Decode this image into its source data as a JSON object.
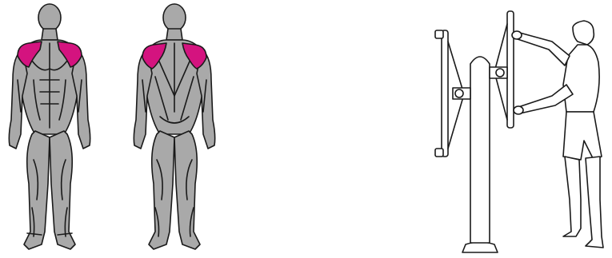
{
  "illustration": {
    "front_view": "body-front",
    "back_view": "body-back",
    "equipment": "outdoor-shoulder-wheel",
    "highlighted_muscles": [
      "shoulders",
      "trapezius"
    ]
  },
  "colors": {
    "body_fill": "#a9a9a9",
    "outline": "#1a1a1a",
    "highlight": "#d4137f",
    "background": "#ffffff",
    "equipment_fill": "#ffffff"
  }
}
